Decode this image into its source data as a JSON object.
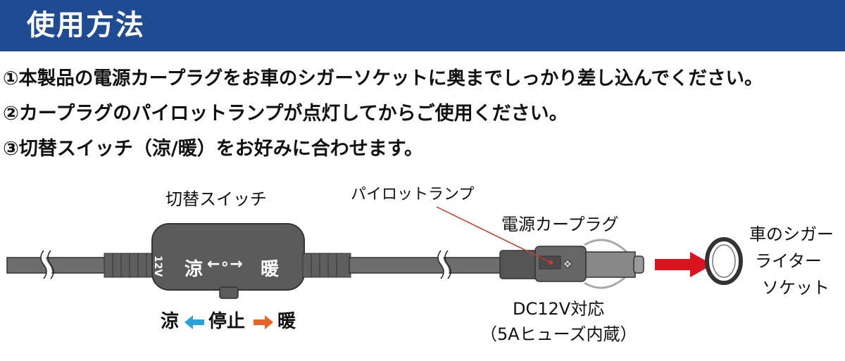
{
  "header": {
    "title": "使用方法"
  },
  "steps": [
    "①本製品の電源カープラグをお車のシガーソケットに奥までしっかり差し込んでください。",
    "②カープラグのパイロットランプが点灯してからご使用ください。",
    "③切替スイッチ（涼/暖）をお好みに合わせます。"
  ],
  "diagram": {
    "switch_label": "切替スイッチ",
    "switch_face": {
      "cool": "涼",
      "warm": "暖",
      "voltage": "12V"
    },
    "legend": {
      "cool": "涼",
      "stop": "停止",
      "warm": "暖"
    },
    "pilot_lamp_label": "パイロットランプ",
    "car_plug_label": "電源カープラグ",
    "socket_label_lines": [
      "車のシガー",
      "ライター",
      "ソケット"
    ],
    "spec_lines": [
      "DC12V対応",
      "（5Aヒューズ内蔵）"
    ],
    "colors": {
      "header": "#1f4b93",
      "cool_arrow": "#2aa3dc",
      "warm_arrow": "#e8632a",
      "insert_arrow": "#d9141e",
      "lamp_leader": "#c0392b"
    }
  }
}
